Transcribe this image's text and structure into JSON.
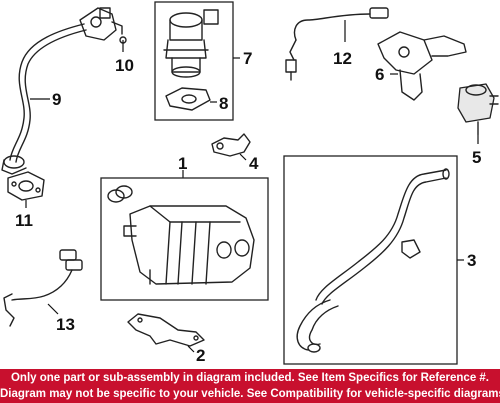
{
  "callouts": {
    "c1": "1",
    "c2": "2",
    "c3": "3",
    "c4": "4",
    "c5": "5",
    "c6": "6",
    "c7": "7",
    "c8": "8",
    "c9": "9",
    "c10": "10",
    "c11": "11",
    "c12": "12",
    "c13": "13"
  },
  "disclaimer": {
    "line1": "Only one part or sub-assembly in diagram included. See Item Specifics for Reference #.",
    "line2": "Diagram may not be specific to your vehicle. See Compatibility for vehicle-specific diagrams."
  },
  "colors": {
    "banner": "#c8102e",
    "banner_text": "#ffffff",
    "line": "#222222"
  }
}
